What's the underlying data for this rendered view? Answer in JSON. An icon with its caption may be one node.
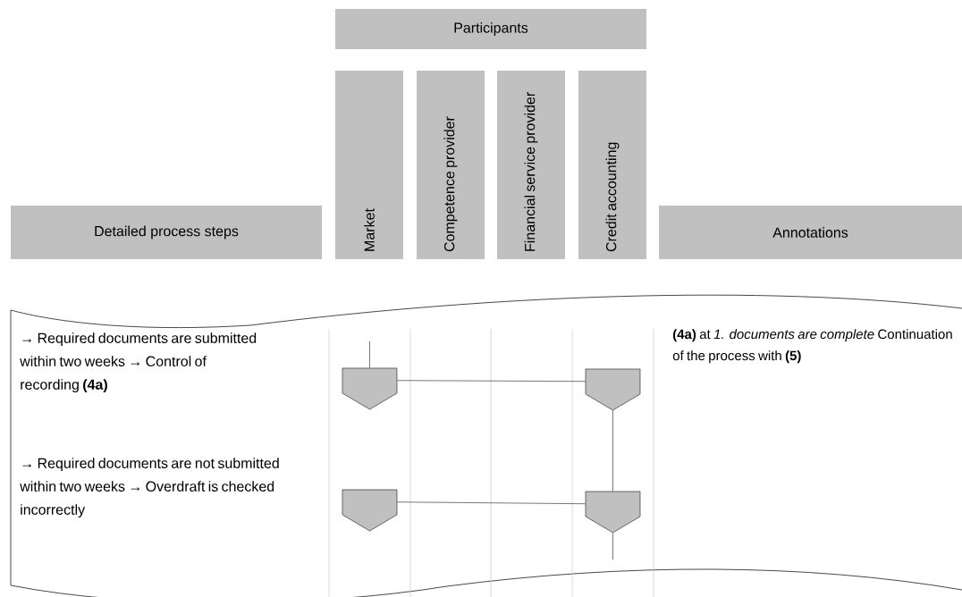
{
  "diagram": {
    "nodes": [
      {
        "text": [
          "Participants"
        ]
      },
      {
        "text": [
          "Market"
        ]
      },
      {
        "text": [
          "Competence provider"
        ]
      },
      {
        "text": [
          "Financial service provider"
        ]
      },
      {
        "text": [
          "Credit accounting"
        ]
      },
      {
        "text": [
          "Detailed process steps"
        ]
      },
      {
        "text": [
          "Annotations"
        ]
      },
      {
        "text": [],
        "shape": "pentagon"
      },
      {
        "text": [],
        "shape": "pentagon"
      },
      {
        "text": [],
        "shape": "pentagon"
      },
      {
        "text": [],
        "shape": "pentagon"
      }
    ],
    "edges": [
      {
        "from": null,
        "to": 7,
        "arrow": "none"
      },
      {
        "from": 7,
        "to": 8,
        "arrow": "none"
      },
      {
        "from": 8,
        "to": 10,
        "arrow": "none"
      },
      {
        "from": 9,
        "to": 10,
        "arrow": "none"
      },
      {
        "from": 10,
        "to": null,
        "arrow": "none"
      }
    ],
    "labels": [
      "→ Required documents are submitted within two weeks → Control of recording **(4a)**",
      "**(4a)** at *1. documents are complete* Continuation of the process with **(5)**",
      "→ Required documents are not submitted within two weeks → Overdraft is checked incorrectly"
    ]
  }
}
